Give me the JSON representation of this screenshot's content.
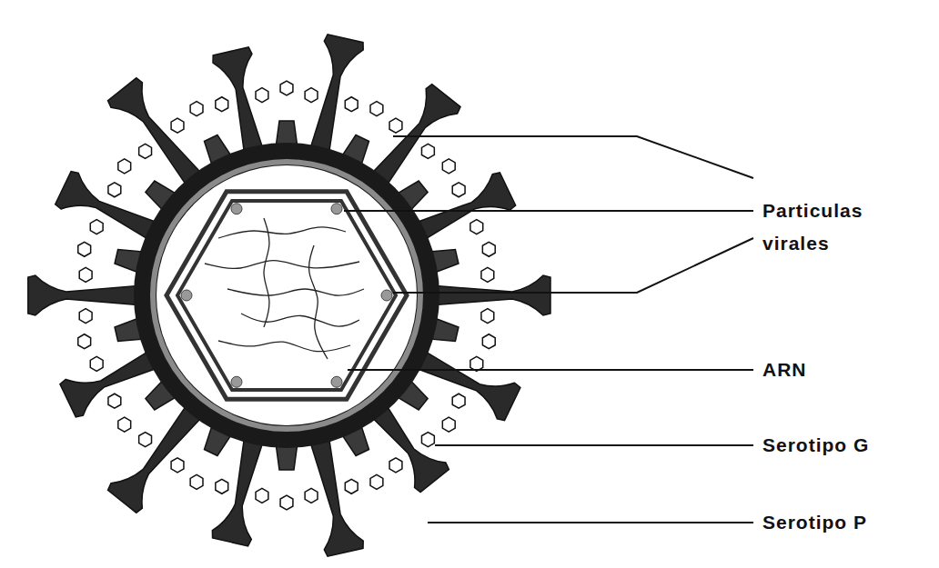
{
  "diagram": {
    "labels": [
      "Particulas virales",
      "ARN",
      "Serotipo G",
      "Serotipo P"
    ]
  }
}
